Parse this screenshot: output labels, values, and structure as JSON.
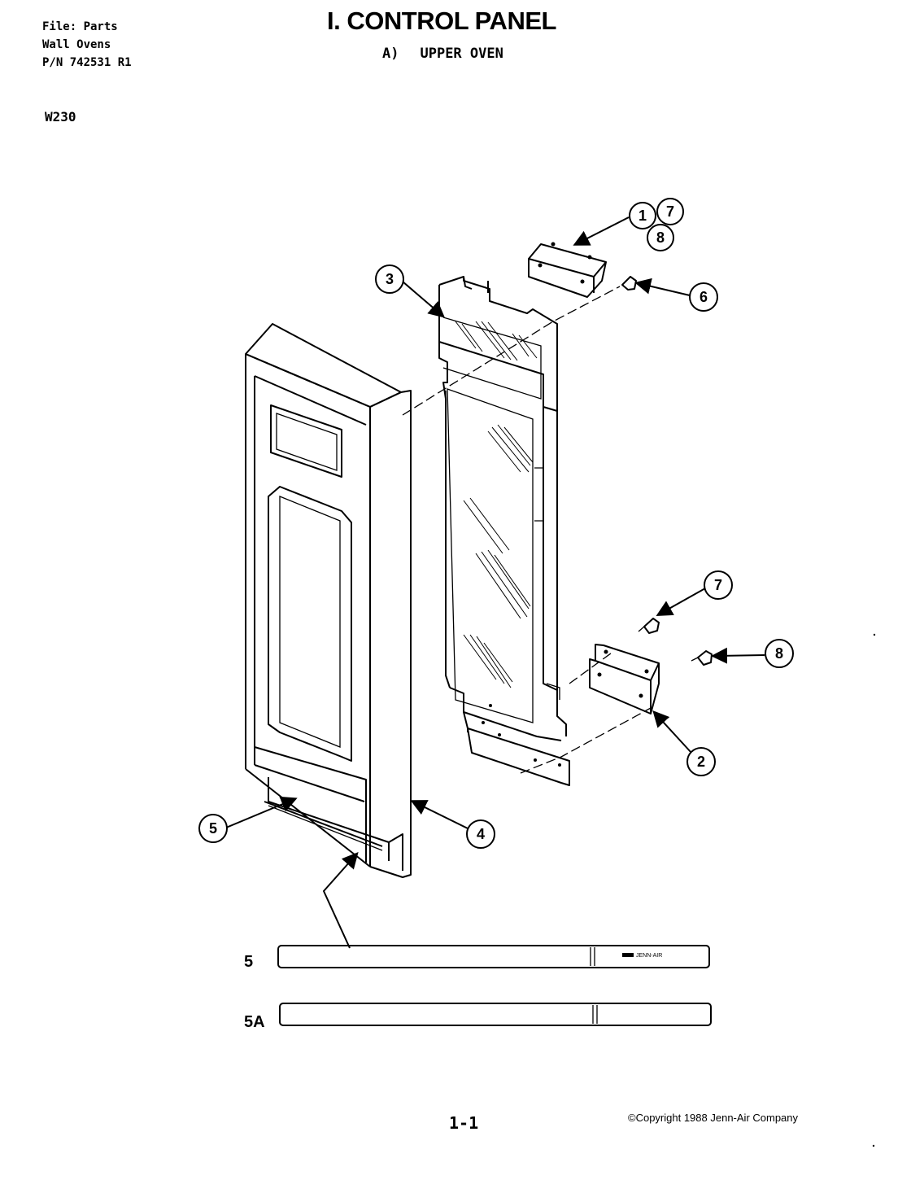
{
  "header": {
    "file_line": "File: Parts",
    "category_line": "Wall Ovens",
    "part_number_line": "P/N 742531 R1",
    "model": "W230"
  },
  "title": "I. CONTROL PANEL",
  "subtitle": {
    "section": "A)",
    "name": "UPPER OVEN"
  },
  "callouts": [
    "1",
    "7",
    "8",
    "3",
    "6",
    "7",
    "8",
    "2",
    "5",
    "4"
  ],
  "trims": [
    {
      "label": "5",
      "brand": "JENN-AIR"
    },
    {
      "label": "5A"
    }
  ],
  "footer": {
    "page": "1-1",
    "copyright": "©Copyright 1988 Jenn-Air Company"
  }
}
